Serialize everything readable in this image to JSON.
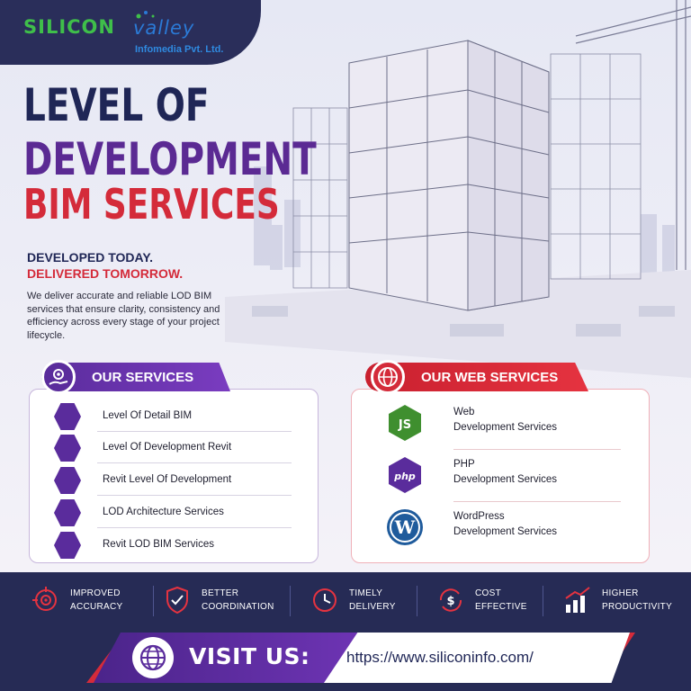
{
  "brand": {
    "name_part1": "SILICON",
    "name_part2": "valley",
    "subtitle": "Infomedia Pvt. Ltd."
  },
  "headline": {
    "line1": "LEVEL OF",
    "line2": "DEVELOPMENT",
    "line3": "BIM SERVICES"
  },
  "tagline": {
    "line1": "DEVELOPED TODAY.",
    "line2": "DELIVERED TOMORROW."
  },
  "description": "We deliver accurate and reliable LOD BIM services that ensure clarity, consistency and efficiency across every stage of your project lifecycle.",
  "our_services": {
    "title": "OUR SERVICES",
    "items": [
      {
        "label": "Level Of Detail BIM",
        "icon": "document-search-icon"
      },
      {
        "label": "Level Of Development Revit",
        "icon": "cube-icon"
      },
      {
        "label": "Revit Level Of Development",
        "icon": "revit-r-icon"
      },
      {
        "label": "LOD Architecture Services",
        "icon": "buildings-icon"
      },
      {
        "label": "Revit LOD BIM Services",
        "icon": "layers-icon"
      }
    ]
  },
  "web_services": {
    "title": "OUR WEB SERVICES",
    "items": [
      {
        "line1": "Web",
        "line2": "Development Services",
        "icon": "nodejs-icon"
      },
      {
        "line1": "PHP",
        "line2": "Development Services",
        "icon": "php-icon"
      },
      {
        "line1": "WordPress",
        "line2": "Development Services",
        "icon": "wordpress-icon"
      }
    ]
  },
  "features": [
    {
      "line1": "IMPROVED",
      "line2": "ACCURACY",
      "icon": "target-icon"
    },
    {
      "line1": "BETTER",
      "line2": "COORDINATION",
      "icon": "shield-check-icon"
    },
    {
      "line1": "TIMELY",
      "line2": "DELIVERY",
      "icon": "clock-icon"
    },
    {
      "line1": "COST",
      "line2": "EFFECTIVE",
      "icon": "dollar-cycle-icon"
    },
    {
      "line1": "HIGHER",
      "line2": "PRODUCTIVITY",
      "icon": "growth-chart-icon"
    }
  ],
  "visit": {
    "label": "VISIT US:",
    "url": "https://www.siliconinfo.com/"
  },
  "colors": {
    "navy": "#262b55",
    "purple": "#5a2c9c",
    "red": "#d42b3a",
    "green": "#3fbf4a",
    "blue": "#2b7ad6"
  }
}
